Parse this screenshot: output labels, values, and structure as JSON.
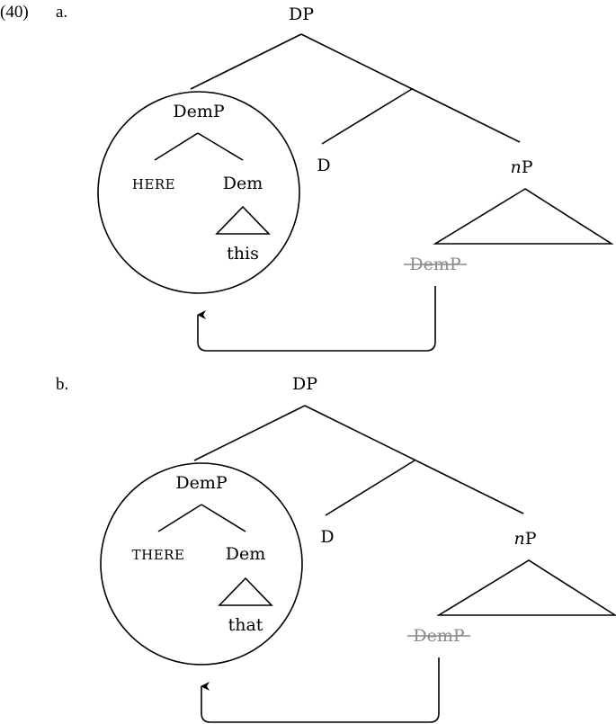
{
  "example_number": "(40)",
  "trees": [
    {
      "label": "a.",
      "root": "DP",
      "specifier": "DemP",
      "spec_left": "HERE",
      "spec_right": "Dem",
      "spec_word": "this",
      "head": "D",
      "complement_italic": "n",
      "complement_rest": "P",
      "trace": "DemP"
    },
    {
      "label": "b.",
      "root": "DP",
      "specifier": "DemP",
      "spec_left": "THERE",
      "spec_right": "Dem",
      "spec_word": "that",
      "head": "D",
      "complement_italic": "n",
      "complement_rest": "P",
      "trace": "DemP"
    }
  ],
  "icons": {
    "movement_arrow": "arrow-up-icon"
  }
}
